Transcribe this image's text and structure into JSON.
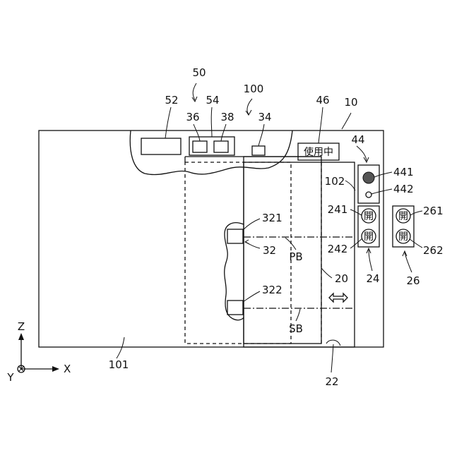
{
  "labels": {
    "door_system": "50",
    "inner_panel": "100",
    "outer_body": "10",
    "display_unit": "52",
    "block_54": "54",
    "button_36": "36",
    "button_38": "38",
    "sensor_34": "34",
    "sign_46": "46",
    "panel_44": "44",
    "lamp_441": "441",
    "lamp_442": "442",
    "panel_102": "102",
    "btn_241": "241",
    "btn_242": "242",
    "group_24": "24",
    "btn_261": "261",
    "btn_262": "262",
    "group_26": "26",
    "lock_321": "321",
    "lock_32": "32",
    "lock_322": "322",
    "door_20": "20",
    "rail_22": "22",
    "wall_101": "101",
    "line_pb": "PB",
    "line_sb": "SB"
  },
  "sign": {
    "text": "使用中"
  },
  "button_glyph": "開",
  "axes": {
    "z": "Z",
    "x": "X",
    "y": "Y"
  }
}
